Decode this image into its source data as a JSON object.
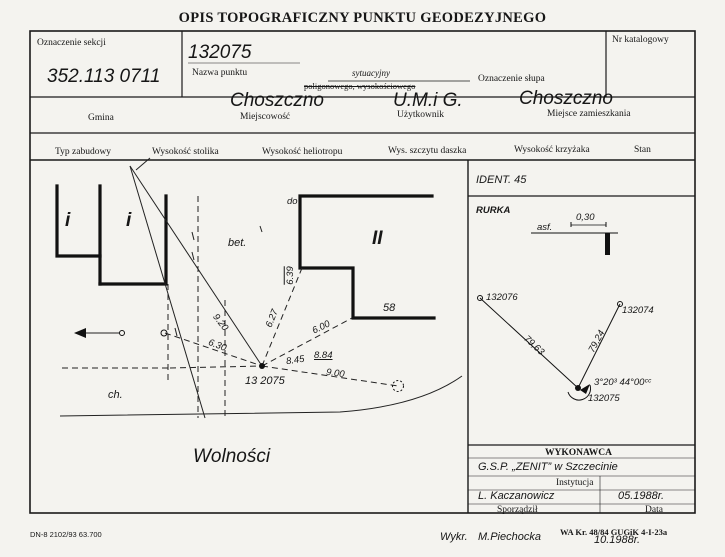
{
  "title": "OPIS TOPOGRAFICZNY PUNKTU GEODEZYJNEGO",
  "header": {
    "oznaczenie_sekcji_label": "Oznaczenie sekcji",
    "oznaczenie_sekcji_value": "352.113 0711",
    "nr_katalogowy_label": "Nr katalogowy",
    "nazwa_punktu_value": "132075",
    "nazwa_punktu_label": "Nazwa punktu",
    "sytuacyjny": "sytuacyjny",
    "poligonowego_text": "poligonowego, wysokościowego",
    "oznaczenie_slupa_label": "Oznaczenie słupa"
  },
  "row2": {
    "gmina_value": "Choszczno",
    "gmina_label": "Gmina",
    "miejscowosc_label": "Miejscowość",
    "uzytkownik_value": "U.M.i G.",
    "uzytkownik_label": "Użytkownik",
    "miejsce_value": "Choszczno",
    "miejsce_label": "Miejsce zamieszkania"
  },
  "row3": {
    "typ_zabudowy": "Typ zabudowy",
    "wysokosc_stolika": "Wysokość stolika",
    "wysokosc_heliotropu": "Wysokość heliotropu",
    "wys_szczytu_daszka": "Wys. szczytu daszka",
    "wysokosc_krzyzaka": "Wysokość krzyżaka",
    "stan": "Stan"
  },
  "sketch": {
    "building_i_1": "i",
    "building_i_2": "i",
    "bet": "bet.",
    "building_II": "II",
    "do": "do",
    "number_58": "58",
    "ch": "ch.",
    "street": "Wolności",
    "d_639": "6.39",
    "d_627": "6.27",
    "d_600": "6.00",
    "d_920": "9.20",
    "d_630": "6.30",
    "d_845": "8.45",
    "d_884": "8.84",
    "d_900": "9.00",
    "point_name": "13 2075"
  },
  "right_panel": {
    "ident": "IDENT. 45",
    "rurka": "RURKA",
    "asf": "asf.",
    "asf_dim": "0,30",
    "p1": "132076",
    "p2": "132074",
    "p3": "132075",
    "d1": "79,63",
    "d2": "79,24",
    "angle": "3°20³ 44°00ᶜᶜ"
  },
  "footer": {
    "wykonawca_label": "WYKONAWCA",
    "wykonawca_value": "G.S.P. „ZENIT” w Szczecinie",
    "instytucja_label": "Instytucja",
    "sporzadzil_value": "L. Kaczanowicz",
    "sporzadzil_date": "05.1988r.",
    "sporzadzil_label": "Sporządził",
    "data_label": "Data",
    "form_code": "DN-8  2102/93  63.700",
    "approval": "WA Kr. 48/84 GUGiK 4-I-23a",
    "wykr_label": "Wykr.",
    "wykr_name": "M.Piechocka",
    "wykr_date": "10.1988r."
  }
}
